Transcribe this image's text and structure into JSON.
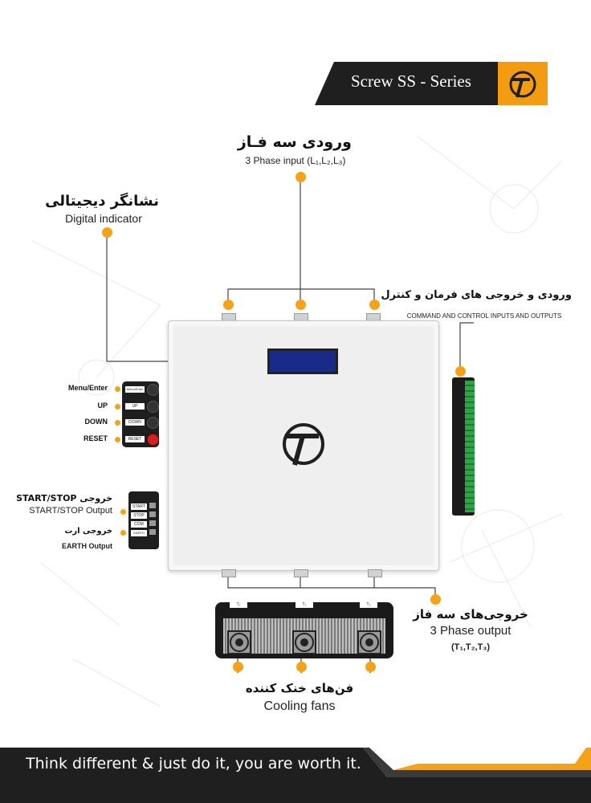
{
  "header": {
    "title": "Screw SS - Series"
  },
  "labels": {
    "input_fa": "ورودی سه فـاز",
    "input_en": "3 Phase input (L₁,L₂,L₃)",
    "digital_fa": "نشانگر دیجیتالی",
    "digital_en": "Digital indicator",
    "command_fa": "ورودی و خروجی های فرمان و کنترل",
    "command_en": "COMMAND AND CONTROL INPUTS AND OUTPUTS",
    "output_fa": "خروجی‌های سه فاز",
    "output_en": "3 Phase  output",
    "output_en2": "(T₁,T₂,T₃)",
    "fans_fa": "فن‌های خنک کننده",
    "fans_en": "Cooling fans",
    "startstop_fa": "خروجی START/STOP",
    "startstop_en": "START/STOP Output",
    "earth_fa": "خروجی ارت",
    "earth_en": "EARTH Output"
  },
  "keypad": {
    "menu": "Menu/Enter",
    "up": "UP",
    "down": "DOWN",
    "reset": "RESET",
    "key_menu": "Menu/Enter",
    "key_up": "UP",
    "key_down": "DOWN",
    "key_reset": "RESET"
  },
  "terminal": {
    "t1": "START",
    "t2": "STOP",
    "t3": "COM",
    "t4": "EARTH"
  },
  "heatsink": {
    "t1": "T₁",
    "t2": "T₂",
    "t3": "T₃"
  },
  "footer": {
    "slogan": "Think different & just do it, you are worth it."
  },
  "colors": {
    "accent": "#f5a21b",
    "dark": "#1f1f1f",
    "panel": "#efefef"
  }
}
